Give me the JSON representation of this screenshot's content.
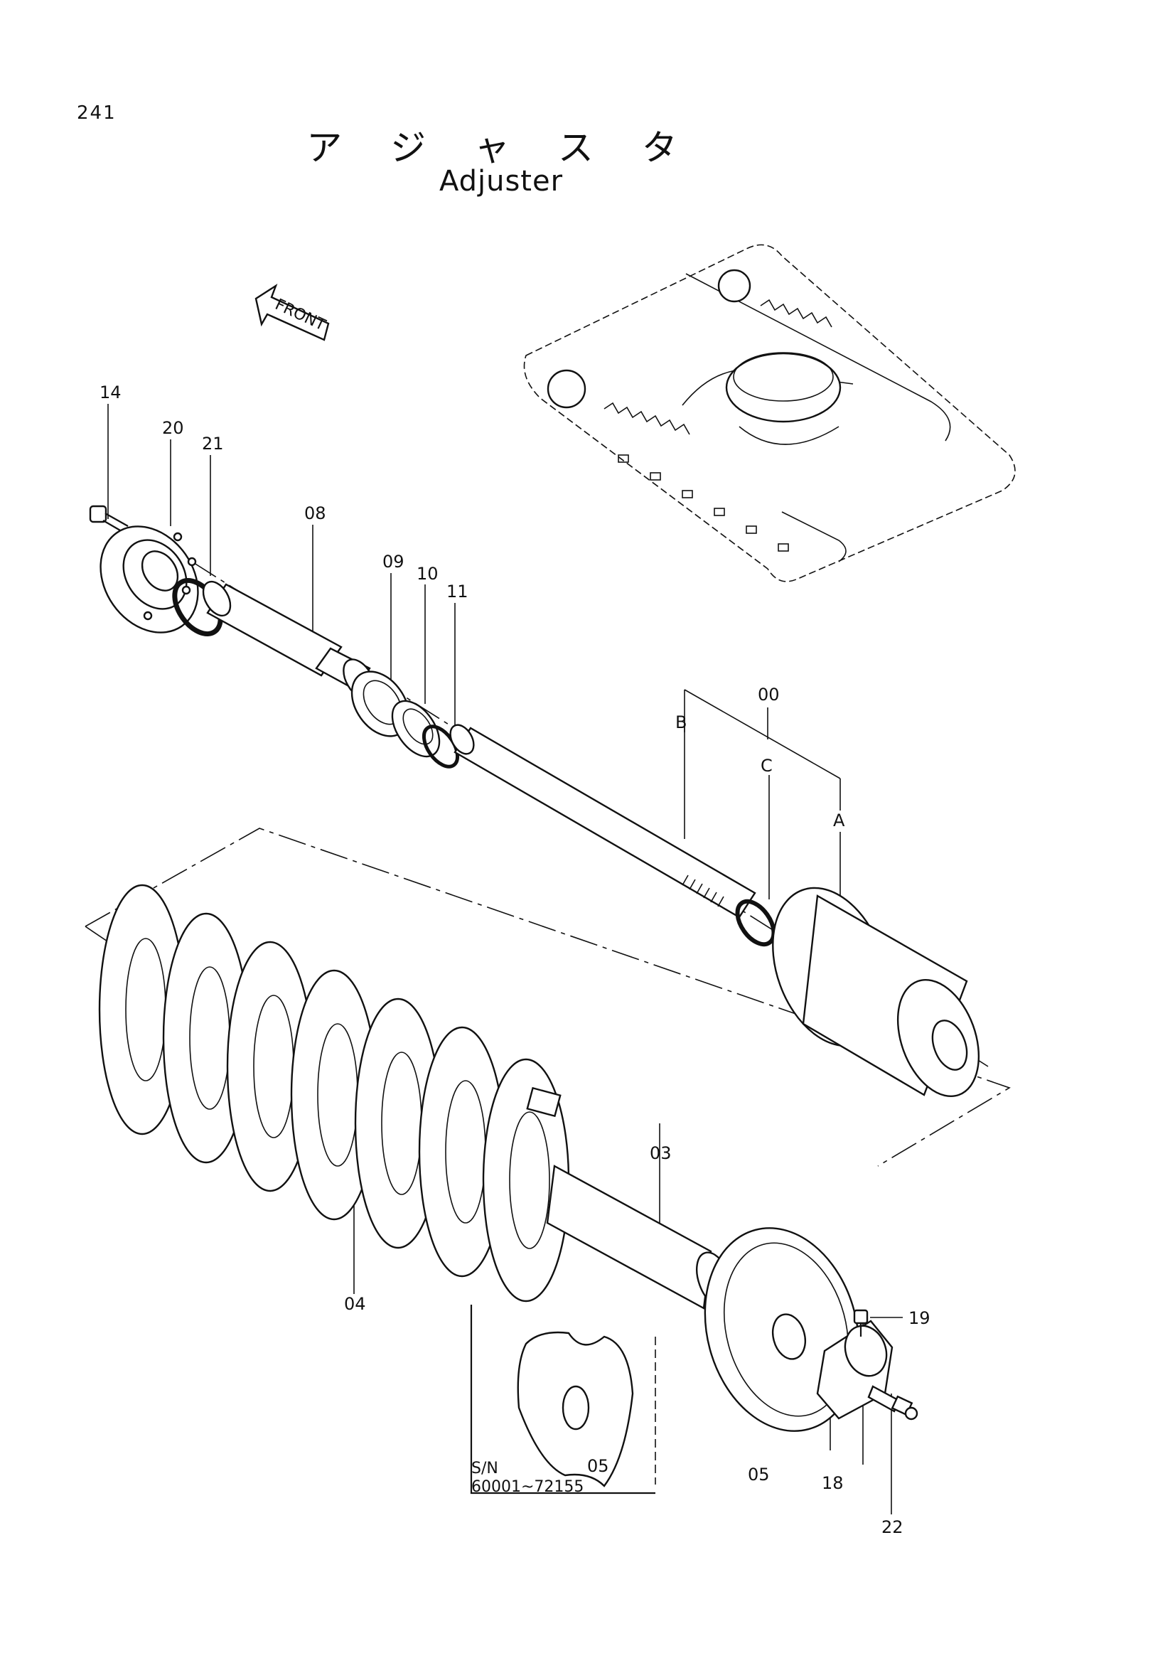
{
  "page_number": "241",
  "title_jp": "ア ジ ャ ス タ",
  "title_en": "Adjuster",
  "front_label": "FRONT",
  "part_labels": {
    "p14": "14",
    "p20": "20",
    "p21": "21",
    "p08": "08",
    "p09": "09",
    "p10": "10",
    "p11": "11",
    "p00": "00",
    "pA": "A",
    "pB": "B",
    "pC": "C",
    "p03": "03",
    "p04": "04",
    "p05_main": "05",
    "p05_inset": "05",
    "p18": "18",
    "p19": "19",
    "p22": "22"
  },
  "inset": {
    "sn_label": "S/N",
    "sn_range": "60001~72155"
  }
}
